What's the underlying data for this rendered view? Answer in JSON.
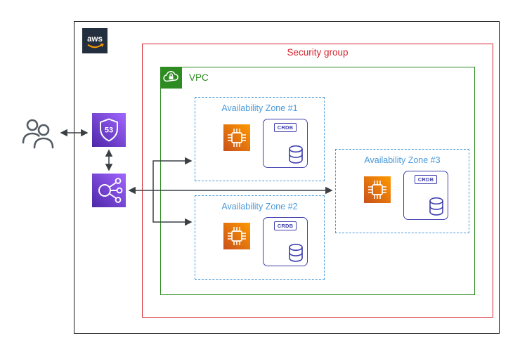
{
  "diagram": {
    "type": "aws-architecture-diagram",
    "aws_logo_text": "aws",
    "security_group": {
      "label": "Security group",
      "color": "#d6242d"
    },
    "vpc": {
      "label": "VPC",
      "color": "#2e8b22"
    },
    "availability_zones": [
      {
        "label": "Availability Zone #1",
        "node_label": "CRDB"
      },
      {
        "label": "Availability Zone #2",
        "node_label": "CRDB"
      },
      {
        "label": "Availability Zone #3",
        "node_label": "CRDB"
      }
    ],
    "az_color": "#4a9ada",
    "route53": {
      "shield_text": "53"
    },
    "icons": {
      "users": "users-icon",
      "route53": "amazon-route53-icon",
      "load_balancer": "elastic-load-balancing-icon",
      "compute": "ec2-instance-icon",
      "database": "database-cylinder-icon",
      "vpc_cloud": "vpc-cloud-icon",
      "aws_logo": "aws-logo"
    },
    "palette": {
      "aws_navy": "#232f3e",
      "smile_orange": "#ff9900",
      "icon_purple_dark": "#4d27a8",
      "icon_purple_light": "#a166ff",
      "compute_orange_dark": "#c8511b",
      "compute_orange_light": "#ff9900",
      "crdb_indigo": "#3f3fae",
      "arrow_gray": "#3a3f44"
    }
  }
}
